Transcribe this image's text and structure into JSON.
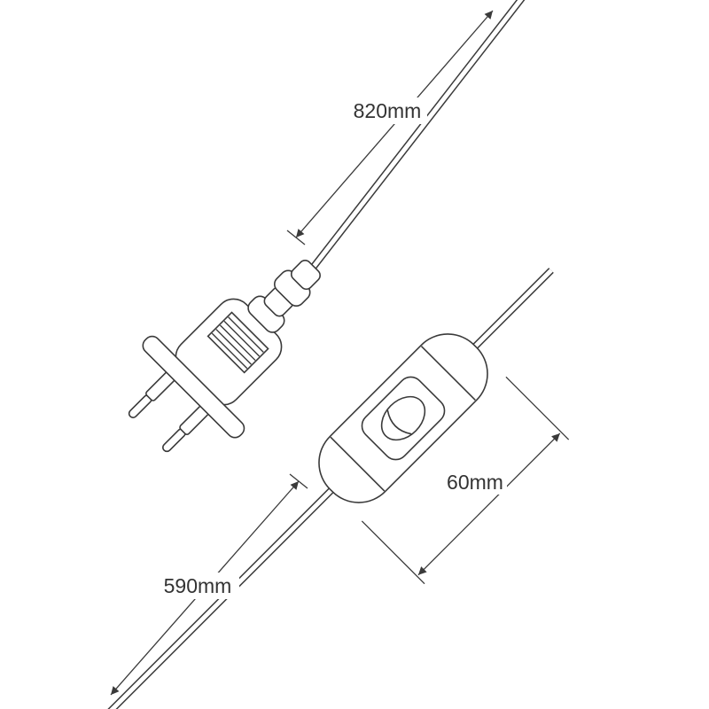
{
  "diagram": {
    "type": "technical-line-drawing",
    "subject": "Power cord with two-pin Europlug and inline rocker switch",
    "dimension_labels": {
      "plug_cable": "820mm",
      "switch_length": "60mm",
      "output_cable": "590mm"
    },
    "colors": {
      "line": "#3a3a3a",
      "text": "#333333",
      "background": "#ffffff"
    }
  }
}
